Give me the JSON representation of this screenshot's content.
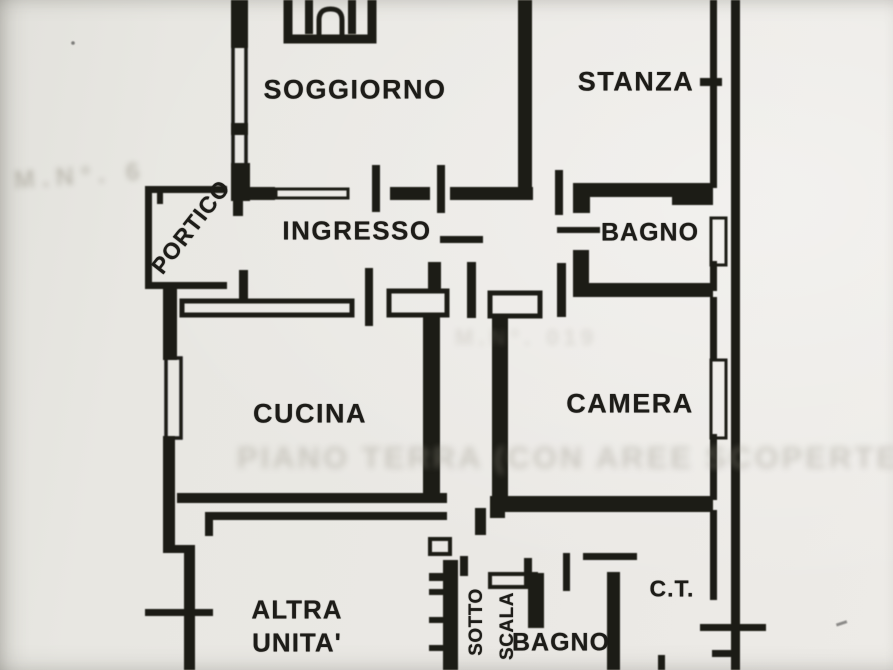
{
  "meta": {
    "document_type": "scanned cadastral floor plan",
    "language": "Italian"
  },
  "colors": {
    "paper": "#e8e7e2",
    "ink": "#1c1b18",
    "watermark": "#9b978a"
  },
  "labels": {
    "soggiorno": "SOGGIORNO",
    "stanza": "STANZA",
    "portico": "PORTICO",
    "ingresso": "INGRESSO",
    "bagno_upper": "BAGNO",
    "cucina": "CUCINA",
    "camera": "CAMERA",
    "altra_line1": "ALTRA",
    "altra_line2": "UNITA'",
    "ct": "C.T.",
    "bagno_lower": "BAGNO",
    "sotto": "SOTTO",
    "scala": "SCALA"
  },
  "watermarks": {
    "stamp_top_left": "M.N°. 6",
    "stamp_middle": "M.N°. 019",
    "caption": "PIANO TERRA (CON AREE SCOPERTE"
  },
  "symbols": {
    "arch": "arched-opening-icon",
    "windows": "double-line-window",
    "doors": "door-leaf-tick",
    "stairs": "understairs-treads"
  }
}
